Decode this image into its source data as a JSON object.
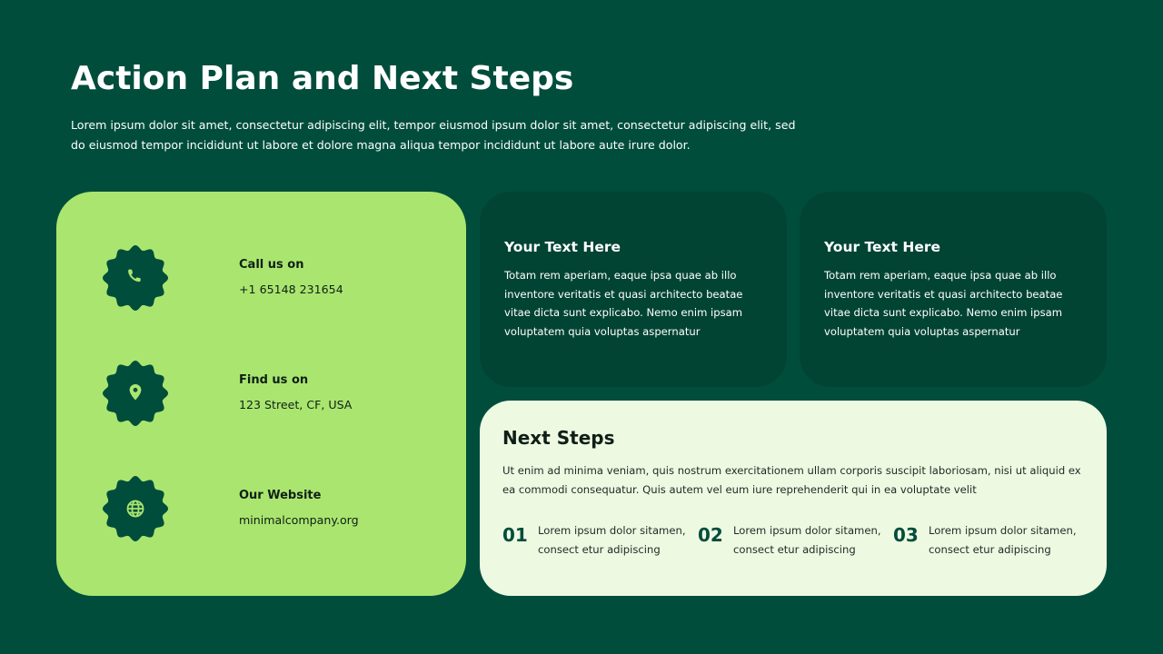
{
  "header": {
    "title": "Action Plan and Next Steps",
    "subtitle": "Lorem ipsum dolor sit amet, consectetur adipiscing elit, tempor eiusmod  ipsum dolor sit amet, consectetur adipiscing elit, sed do eiusmod tempor incididunt ut labore et dolore magna aliqua tempor incididunt ut labore aute irure dolor."
  },
  "contact": {
    "items": [
      {
        "icon": "phone-icon",
        "label": "Call us on",
        "value": "+1 65148 231654"
      },
      {
        "icon": "location-pin-icon",
        "label": "Find us on",
        "value": "123 Street, CF, USA"
      },
      {
        "icon": "globe-icon",
        "label": "Our Website",
        "value": "minimalcompany.org"
      }
    ]
  },
  "cards": [
    {
      "title": "Your Text Here",
      "body": "Totam rem aperiam, eaque ipsa quae ab illo inventore veritatis et quasi architecto beatae vitae dicta sunt explicabo. Nemo enim ipsam voluptatem quia voluptas aspernatur"
    },
    {
      "title": "Your Text Here",
      "body": "Totam rem aperiam, eaque ipsa quae ab illo inventore veritatis et quasi architecto beatae vitae dicta sunt explicabo. Nemo enim ipsam voluptatem quia voluptas aspernatur"
    }
  ],
  "next_steps": {
    "title": "Next Steps",
    "description": "Ut enim ad minima veniam, quis nostrum exercitationem ullam corporis suscipit laboriosam, nisi ut aliquid ex ea commodi consequatur. Quis autem vel eum iure reprehenderit qui in ea voluptate velit",
    "steps": [
      {
        "number": "01",
        "text": "Lorem ipsum dolor sitamen, consect etur adipiscing"
      },
      {
        "number": "02",
        "text": "Lorem ipsum dolor sitamen, consect etur adipiscing"
      },
      {
        "number": "03",
        "text": "Lorem ipsum dolor sitamen, consect etur adipiscing"
      }
    ]
  },
  "colors": {
    "background": "#014d3c",
    "accent_green": "#aae66f",
    "dark_card": "#024434",
    "light_card": "#eef9e2",
    "badge": "#014d3c"
  }
}
